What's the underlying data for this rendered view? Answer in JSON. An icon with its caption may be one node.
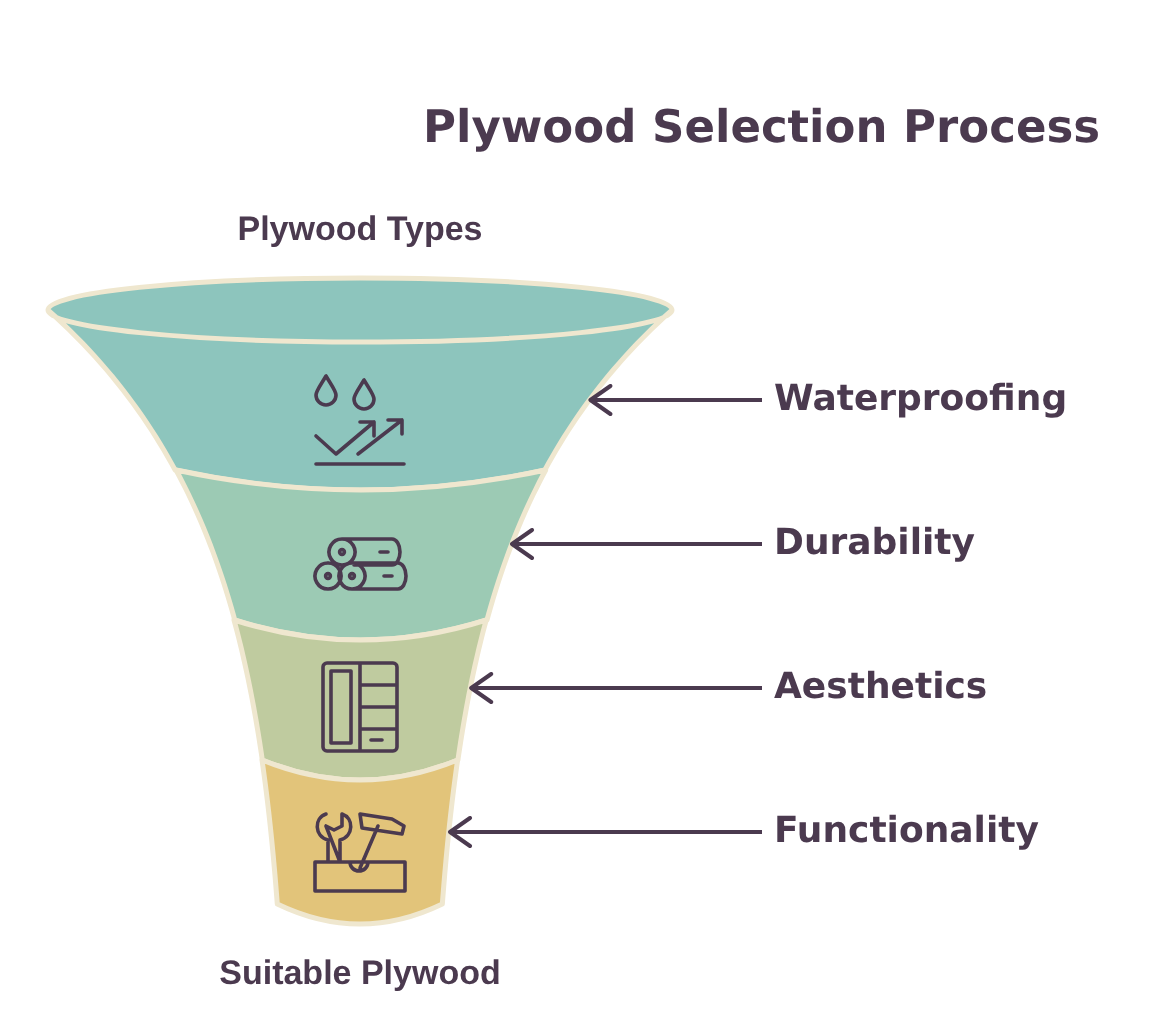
{
  "diagram": {
    "title": "Plywood Selection Process",
    "nodes": [
      {
        "text": [],
        "shape": "band"
      },
      {
        "text": [
          "Waterproofing"
        ]
      },
      {
        "text": [],
        "shape": "band"
      },
      {
        "text": [
          "Durability"
        ]
      },
      {
        "text": [],
        "shape": "band"
      },
      {
        "text": [
          "Aesthetics"
        ]
      },
      {
        "text": [],
        "shape": "band"
      },
      {
        "text": [
          "Functionality"
        ]
      }
    ],
    "edges": [
      {
        "from": 1,
        "to": 0,
        "arrow": "to"
      },
      {
        "from": 3,
        "to": 2,
        "arrow": "to"
      },
      {
        "from": 5,
        "to": 4,
        "arrow": "to"
      },
      {
        "from": 7,
        "to": 6,
        "arrow": "to"
      }
    ],
    "labels": [
      "Plywood Types",
      "Suitable Plywood"
    ]
  }
}
